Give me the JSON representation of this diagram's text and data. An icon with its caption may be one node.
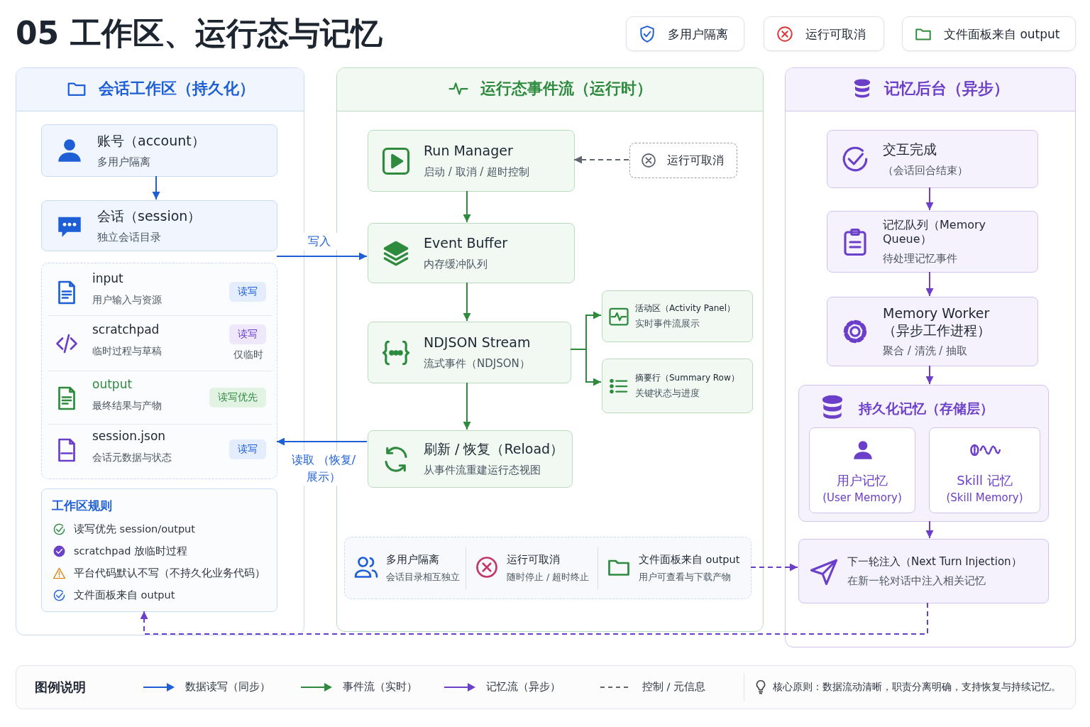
{
  "diagram": {
    "title": "05 工作区、运行态与记忆",
    "nodes": [
      {
        "text": [
          "多用户隔离"
        ]
      },
      {
        "text": [
          "运行可取消"
        ]
      },
      {
        "text": [
          "文件面板来自 output"
        ]
      },
      {
        "text": [
          "会话工作区（持久化）"
        ]
      },
      {
        "text": [
          "账号（account）",
          "多用户隔离"
        ],
        "in": 3
      },
      {
        "text": [
          "会话（session）",
          "独立会话目录"
        ],
        "in": 3
      },
      {
        "text": [],
        "shape": "box",
        "in": 3
      },
      {
        "text": [
          "input",
          "用户输入与资源",
          "读写"
        ],
        "in": 6
      },
      {
        "text": [
          "scratchpad",
          "临时过程与草稿",
          "读写",
          "仅临时"
        ],
        "in": 6
      },
      {
        "text": [
          "output",
          "最终结果与产物",
          "读写优先"
        ],
        "in": 6
      },
      {
        "text": [
          "session.json",
          "会话元数据与状态",
          "读写"
        ],
        "in": 6
      },
      {
        "text": [
          "工作区规则",
          "读写优先 session/output",
          "scratchpad 放临时过程",
          "平台代码默认不写（不持久化业务代码）",
          "文件面板来自 output"
        ],
        "in": 3
      },
      {
        "text": [
          "运行态事件流（运行时）"
        ]
      },
      {
        "text": [
          "Run Manager",
          "启动 / 取消 / 超时控制"
        ],
        "in": 12
      },
      {
        "text": [
          "运行可取消"
        ],
        "in": 12
      },
      {
        "text": [
          "Event Buffer",
          "内存缓冲队列"
        ],
        "in": 12
      },
      {
        "text": [
          "NDJSON Stream",
          "流式事件（NDJSON）"
        ],
        "in": 12
      },
      {
        "text": [
          "活动区（Activity Panel）",
          "实时事件流展示"
        ],
        "in": 12
      },
      {
        "text": [
          "摘要行（Summary Row）",
          "关键状态与进度"
        ],
        "in": 12
      },
      {
        "text": [
          "刷新 / 恢复（Reload）",
          "从事件流重建运行态视图"
        ],
        "in": 12
      },
      {
        "text": [
          "多用户隔离",
          "会话目录相互独立",
          "运行可取消",
          "随时停止 / 超时终止",
          "文件面板来自 output",
          "用户可查看与下载产物"
        ],
        "in": 12
      },
      {
        "text": [
          "记忆后台（异步）"
        ]
      },
      {
        "text": [
          "交互完成",
          "（会话回合结束）"
        ],
        "in": 21
      },
      {
        "text": [
          "记忆队列（Memory Queue）",
          "待处理记忆事件"
        ],
        "in": 21
      },
      {
        "text": [
          "Memory Worker （异步工作进程）",
          "聚合 / 清洗 / 抽取"
        ],
        "in": 21
      },
      {
        "text": [
          "持久化记忆（存储层）"
        ],
        "in": 21
      },
      {
        "text": [
          "用户记忆",
          "(User Memory)"
        ],
        "in": 25
      },
      {
        "text": [
          "Skill 记忆",
          "(Skill Memory)"
        ],
        "in": 25
      },
      {
        "text": [
          "下一轮注入（Next Turn Injection）",
          "在新一轮对话中注入相关记忆"
        ],
        "in": 21
      }
    ],
    "edges": [
      {
        "from": 4,
        "to": 5,
        "arrow": "to",
        "color": "#1f5fd6"
      },
      {
        "from": 6,
        "to": 15,
        "arrow": "to",
        "label": "写入",
        "color": "#1f5fd6"
      },
      {
        "from": 19,
        "to": 6,
        "arrow": "to",
        "label": "读取 （恢复/展示）",
        "color": "#1f5fd6"
      },
      {
        "from": 14,
        "to": 13,
        "arrow": "to",
        "style": "dashed",
        "color": "#5f6670"
      },
      {
        "from": 13,
        "to": 15,
        "arrow": "to",
        "color": "#2e8b3e"
      },
      {
        "from": 15,
        "to": 16,
        "arrow": "to",
        "color": "#2e8b3e"
      },
      {
        "from": 16,
        "to": 17,
        "arrow": "to",
        "color": "#2e8b3e"
      },
      {
        "from": 16,
        "to": 18,
        "arrow": "to",
        "color": "#2e8b3e"
      },
      {
        "from": 16,
        "to": 19,
        "arrow": "to",
        "color": "#2e8b3e"
      },
      {
        "from": 22,
        "to": 23,
        "arrow": "to"
      },
      {
        "from": 23,
        "to": 24,
        "arrow": "to"
      },
      {
        "from": 24,
        "to": 25,
        "arrow": "to"
      },
      {
        "from": 25,
        "to": 28,
        "arrow": "to"
      },
      {
        "from": 20,
        "to": 28,
        "arrow": "to",
        "style": "dashed"
      },
      {
        "from": 28,
        "to": 11,
        "arrow": "to",
        "style": "dashed"
      }
    ],
    "labels": [
      "图例说明",
      "核心原则：数据流动清晰，职责分离明确，支持恢复与持续记忆。"
    ],
    "legend": [
      {
        "text": "数据读写（同步）"
      },
      {
        "text": "事件流（实时）"
      },
      {
        "text": "记忆流（异步）"
      },
      {
        "text": "控制 / 元信息"
      }
    ]
  }
}
